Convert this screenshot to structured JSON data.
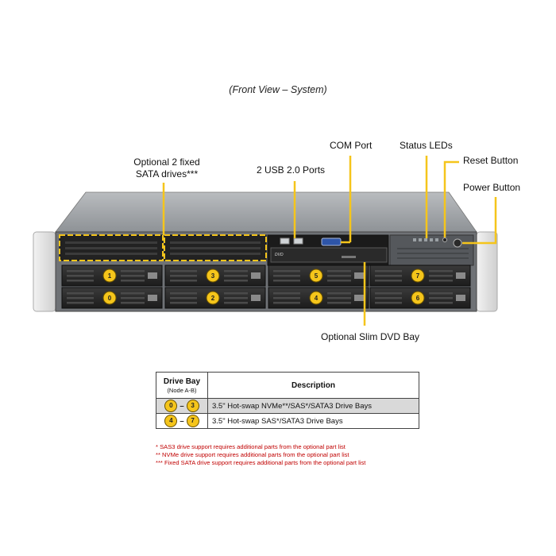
{
  "caption": "(Front View – System)",
  "callouts": {
    "optional_sata_line1": "Optional 2 fixed",
    "optional_sata_line2": "SATA drives***",
    "usb_ports": "2 USB 2.0 Ports",
    "com_port": "COM Port",
    "status_leds": "Status LEDs",
    "reset_button": "Reset Button",
    "power_button": "Power Button",
    "dvd_bay": "Optional Slim DVD Bay"
  },
  "chassis": {
    "dvd_label": "DVD",
    "bays_top": [
      "1",
      "3",
      "5",
      "7"
    ],
    "bays_bottom": [
      "0",
      "2",
      "4",
      "6"
    ]
  },
  "colors": {
    "accent_yellow": "#f5c51b",
    "note_red": "#c00000"
  },
  "table": {
    "header_bay": "Drive Bay",
    "header_bay_sub": "(Node A-B)",
    "header_desc": "Description",
    "rows": [
      {
        "from": "0",
        "to": "3",
        "desc": "3.5\" Hot-swap NVMe**/SAS*/SATA3 Drive  Bays"
      },
      {
        "from": "4",
        "to": "7",
        "desc": "3.5\" Hot-swap SAS*/SATA3 Drive  Bays"
      }
    ]
  },
  "notes": [
    "* SAS3 drive support requires additional parts from the optional part list",
    "** NVMe  drive support requires additional parts from the optional part list",
    "*** Fixed SATA drive support requires additional parts from the optional part list"
  ]
}
